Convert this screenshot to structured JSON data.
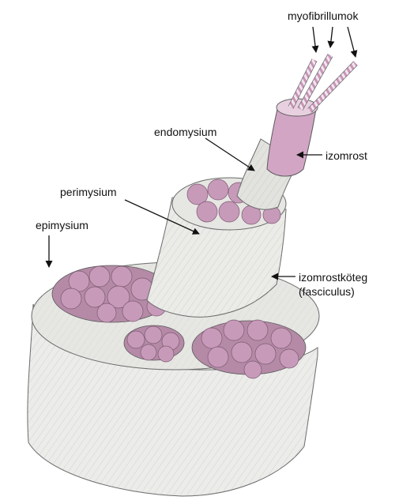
{
  "labels": {
    "myofibrils": "myofibrillumok",
    "endomysium": "endomysium",
    "muscle_fiber": "izomrost",
    "perimysium": "perimysium",
    "epimysium": "epimysium",
    "fascicle_line1": "izomrostköteg",
    "fascicle_line2": "(fasciculus)"
  },
  "colors": {
    "connective_tissue": "#e9e9e6",
    "connective_tissue_shade": "#cfcfcb",
    "fiber_pink": "#c79aba",
    "fiber_pink_dark": "#a9789d",
    "myofibril_stripe": "#d5a6c6",
    "outline": "#5b5b5b",
    "arrow": "#111111"
  },
  "icons": {
    "arrow": "arrow-icon"
  }
}
